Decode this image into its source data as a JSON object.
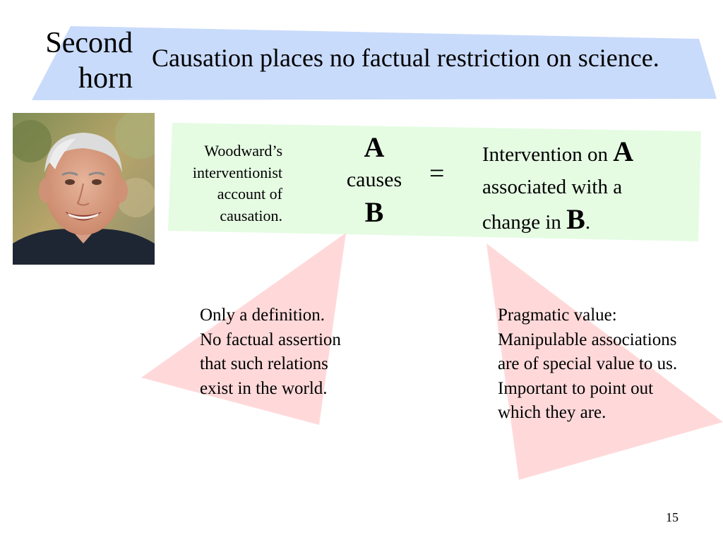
{
  "slide": {
    "horn_label": [
      "Second",
      "horn"
    ],
    "title": "Causation places no factual restriction on science.",
    "woodward_lines": [
      "Woodward’s",
      "interventionist",
      "account of",
      "causation."
    ],
    "cause": {
      "a": "A",
      "causes": "causes",
      "b": "B"
    },
    "equals": "=",
    "intervention": {
      "line1": "Intervention on ",
      "line1_bold": "A",
      "line2": "associated with a",
      "line3": "change in ",
      "line3_bold": "B",
      "line3_end": "."
    },
    "left_note": [
      "Only a definition.",
      "No factual assertion",
      "that such relations",
      "exist in the world."
    ],
    "right_note": [
      "Pragmatic value:",
      "Manipulable associations",
      "are of special value to us.",
      "Important to point out",
      "which they are."
    ],
    "page_number": "15"
  },
  "colors": {
    "banner": "#c9dbfb",
    "green_box": "#e5fce3",
    "pink_triangles": "#ffd9da"
  },
  "icons": {
    "photo": "man-portrait-photo"
  }
}
